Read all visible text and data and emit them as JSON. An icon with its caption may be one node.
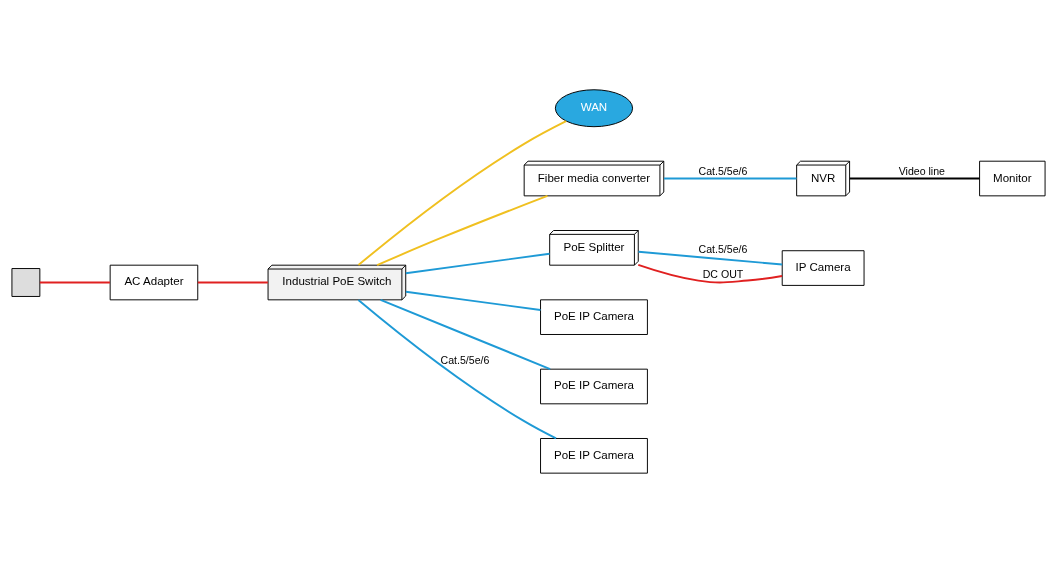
{
  "diagram": {
    "nodes": [
      {
        "text": [
          "Industrial PoE Switch"
        ]
      },
      {
        "text": [
          "AC Adapter"
        ]
      },
      {
        "text": [],
        "shape": "box"
      },
      {
        "text": [
          "WAN"
        ]
      },
      {
        "text": [
          "Fiber media converter"
        ]
      },
      {
        "text": [
          "NVR"
        ]
      },
      {
        "text": [
          "Monitor"
        ]
      },
      {
        "text": [
          "PoE Splitter"
        ]
      },
      {
        "text": [
          "IP Camera"
        ]
      },
      {
        "text": [
          "PoE IP Camera"
        ]
      },
      {
        "text": [
          "PoE IP Camera"
        ]
      },
      {
        "text": [
          "PoE IP Camera"
        ]
      }
    ],
    "edges": [
      {
        "from": 2,
        "to": 1,
        "arrow": "none",
        "color": "#e02020"
      },
      {
        "from": 1,
        "to": 0,
        "arrow": "none",
        "color": "#e02020"
      },
      {
        "from": 0,
        "to": 3,
        "arrow": "none",
        "color": "#f0c020"
      },
      {
        "from": 0,
        "to": 4,
        "arrow": "none",
        "color": "#f0c020"
      },
      {
        "from": 4,
        "to": 5,
        "arrow": "none",
        "label": "Cat.5/5e/6"
      },
      {
        "from": 5,
        "to": 6,
        "arrow": "none",
        "label": "Video line",
        "color": "#000000"
      },
      {
        "from": 0,
        "to": 7,
        "arrow": "none"
      },
      {
        "from": 7,
        "to": 8,
        "arrow": "none",
        "label": "Cat.5/5e/6"
      },
      {
        "from": 7,
        "to": 8,
        "arrow": "none",
        "label": "DC OUT",
        "color": "#e02020"
      },
      {
        "from": 0,
        "to": 9,
        "arrow": "none"
      },
      {
        "from": 0,
        "to": 10,
        "arrow": "none"
      },
      {
        "from": 0,
        "to": 11,
        "arrow": "none",
        "label": "Cat.5/5e/6"
      }
    ]
  }
}
